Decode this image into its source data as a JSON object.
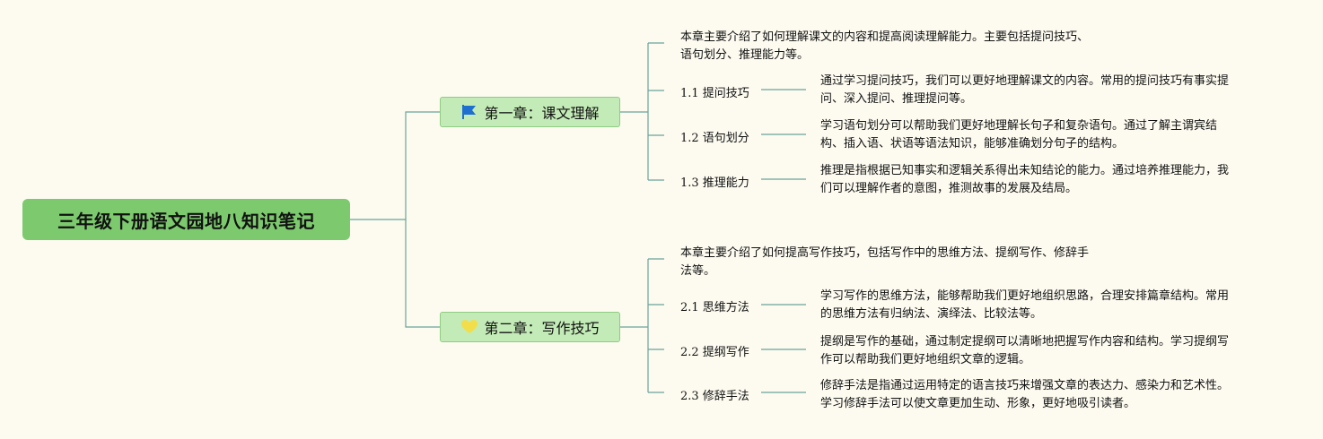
{
  "root": {
    "title": "三年级下册语文园地八知识笔记"
  },
  "chapters": [
    {
      "label": "第一章：课文理解",
      "icon": "flag-icon",
      "summary": [
        "本章主要介绍了如何理解课文的内容和提高阅读理解能力。主要包括提问技巧、",
        "语句划分、推理能力等。"
      ],
      "sections": [
        {
          "label": "1.1 提问技巧",
          "text": [
            "通过学习提问技巧，我们可以更好地理解课文的内容。常用的提问技巧有事实提",
            "问、深入提问、推理提问等。"
          ]
        },
        {
          "label": "1.2 语句划分",
          "text": [
            "学习语句划分可以帮助我们更好地理解长句子和复杂语句。通过了解主谓宾结",
            "构、插入语、状语等语法知识，能够准确划分句子的结构。"
          ]
        },
        {
          "label": "1.3 推理能力",
          "text": [
            "推理是指根据已知事实和逻辑关系得出未知结论的能力。通过培养推理能力，我",
            "们可以理解作者的意图，推测故事的发展及结局。"
          ]
        }
      ]
    },
    {
      "label": "第二章：写作技巧",
      "icon": "heart-icon",
      "summary": [
        "本章主要介绍了如何提高写作技巧，包括写作中的思维方法、提纲写作、修辞手",
        "法等。"
      ],
      "sections": [
        {
          "label": "2.1 思维方法",
          "text": [
            "学习写作的思维方法，能够帮助我们更好地组织思路，合理安排篇章结构。常用",
            "的思维方法有归纳法、演绎法、比较法等。"
          ]
        },
        {
          "label": "2.2 提纲写作",
          "text": [
            "提纲是写作的基础，通过制定提纲可以清晰地把握写作内容和结构。学习提纲写",
            "作可以帮助我们更好地组织文章的逻辑。"
          ]
        },
        {
          "label": "2.3 修辞手法",
          "text": [
            "修辞手法是指通过运用特定的语言技巧来增强文章的表达力、感染力和艺术性。",
            "学习修辞手法可以使文章更加生动、形象，更好地吸引读者。"
          ]
        }
      ]
    }
  ],
  "colors": {
    "background": "#fdfbf0",
    "root": "#7dca6e",
    "chapter": "#c3ebb7",
    "connector": "#6aa39a",
    "flag": "#1e6fd0",
    "heart": "#f2de4a"
  }
}
